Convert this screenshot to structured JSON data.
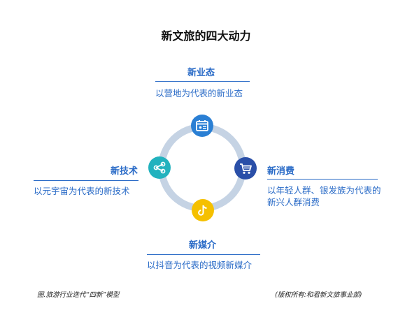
{
  "title": "新文旅的四大动力",
  "blocks": {
    "top": {
      "title": "新业态",
      "desc": "以营地为代表的新业态"
    },
    "left": {
      "title": "新技术",
      "desc": "以元宇宙为代表的新技术"
    },
    "right": {
      "title": "新消费",
      "desc": "以年轻人群、银发族为代表的新兴人群消费"
    },
    "bottom": {
      "title": "新媒介",
      "desc": "以抖音为代表的视频新媒介"
    }
  },
  "icons": {
    "top": {
      "name": "calendar-icon",
      "color": "#2a7fd4"
    },
    "left": {
      "name": "share-icon",
      "color": "#22b2be"
    },
    "right": {
      "name": "shopping-cart-icon",
      "color": "#2a4fa8"
    },
    "bottom": {
      "name": "tiktok-icon",
      "color": "#f5c000"
    }
  },
  "ring_color": "#c5d3e4",
  "accent_color": "#2a6bc7",
  "footer": {
    "caption": "图.旅游行业迭代“四新”模型",
    "copyright": "(版权所有:和君新文旅事业部)"
  }
}
